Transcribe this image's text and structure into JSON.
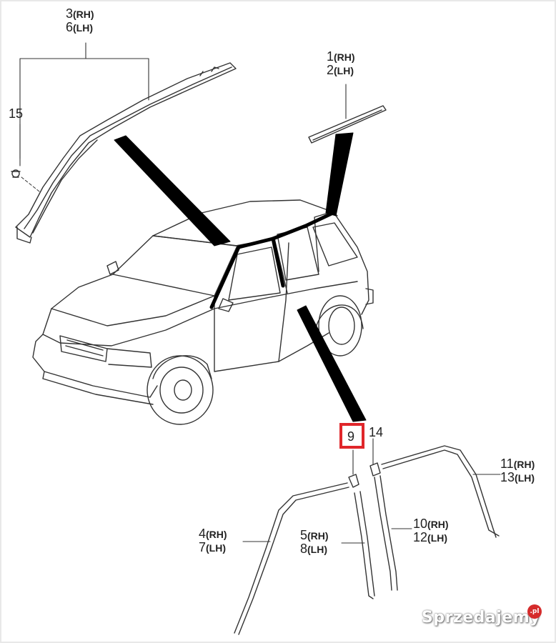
{
  "labels": {
    "part3_6": {
      "num_a": "3",
      "side_a": "(RH)",
      "num_b": "6",
      "side_b": "(LH)"
    },
    "part1_2": {
      "num_a": "1",
      "side_a": "(RH)",
      "num_b": "2",
      "side_b": "(LH)"
    },
    "part15": "15",
    "part9": "9",
    "part14": "14",
    "part11_13": {
      "num_a": "11",
      "side_a": "(RH)",
      "num_b": "13",
      "side_b": "(LH)"
    },
    "part10_12": {
      "num_a": "10",
      "side_a": "(RH)",
      "num_b": "12",
      "side_b": "(LH)"
    },
    "part4_7": {
      "num_a": "4",
      "side_a": "(RH)",
      "num_b": "7",
      "side_b": "(LH)"
    },
    "part5_8": {
      "num_a": "5",
      "side_a": "(RH)",
      "num_b": "8",
      "side_b": "(LH)"
    }
  },
  "watermark": {
    "text": "Sprzedajemy",
    "badge": ".pl"
  },
  "colors": {
    "highlight": "#e0262a",
    "line": "#222222",
    "leader": "#000000"
  }
}
